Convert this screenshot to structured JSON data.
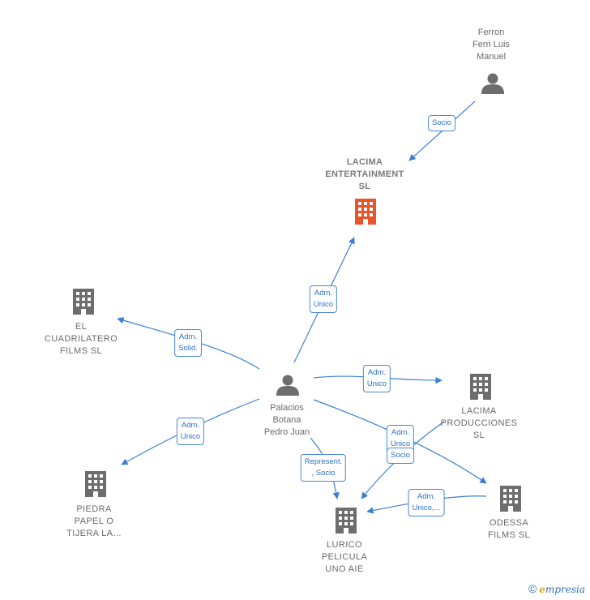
{
  "nodes": {
    "ferron": {
      "label": "Ferron\nFerri Luis\nManuel",
      "kind": "person"
    },
    "lacima_ent": {
      "label": "LACIMA\nENTERTAINMENT\nSL",
      "kind": "company-main"
    },
    "palacios": {
      "label": "Palacios\nBotana\nPedro Juan",
      "kind": "person"
    },
    "cuadrilatero": {
      "label": "EL\nCUADRILATERO\nFILMS  SL",
      "kind": "company"
    },
    "lacima_prod": {
      "label": "LACIMA\nPRODUCCIONES\nSL",
      "kind": "company"
    },
    "piedra": {
      "label": "PIEDRA\nPAPEL O\nTIJERA LA...",
      "kind": "company"
    },
    "odessa": {
      "label": "ODESSA\nFILMS  SL",
      "kind": "company"
    },
    "lurico": {
      "label": "LURICO\nPELICULA\nUNO AIE",
      "kind": "company"
    }
  },
  "edges": {
    "e1": {
      "label": "Socio"
    },
    "e2": {
      "label": "Adm.\nUnico"
    },
    "e3": {
      "label": "Adm.\nSolid."
    },
    "e4": {
      "label": "Adm.\nUnico"
    },
    "e5": {
      "label": "Adm.\nUnico"
    },
    "e6": {
      "label": "Adm.\nUnico"
    },
    "e7": {
      "label": "Represent.\n, Socio"
    },
    "e8": {
      "label": "Socio"
    },
    "e9": {
      "label": "Adm.\nUnico,..."
    }
  },
  "colors": {
    "edge": "#3a7fd5",
    "icon": "#6d6d6d",
    "main_icon": "#e8552a"
  },
  "brand": {
    "copyright": "©",
    "name_first": "e",
    "name_rest": "mpresia"
  }
}
